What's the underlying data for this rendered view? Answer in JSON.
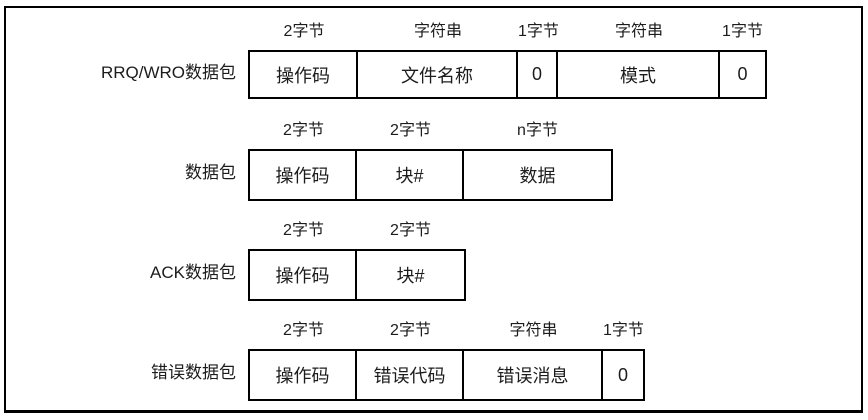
{
  "diagram": {
    "background": "#ffffff",
    "border_color": "#000000",
    "text_color": "#1c1c1c"
  },
  "rows": [
    {
      "label": "RRQ/WRO数据包",
      "fields": [
        {
          "size": "2字节",
          "name": "操作码"
        },
        {
          "size": "字符串",
          "name": "文件名称"
        },
        {
          "size": "1字节",
          "name": "0"
        },
        {
          "size": "字符串",
          "name": "模式"
        },
        {
          "size": "1字节",
          "name": "0"
        }
      ]
    },
    {
      "label": "数据包",
      "fields": [
        {
          "size": "2字节",
          "name": "操作码"
        },
        {
          "size": "2字节",
          "name": "块#"
        },
        {
          "size": "n字节",
          "name": "数据"
        }
      ]
    },
    {
      "label": "ACK数据包",
      "fields": [
        {
          "size": "2字节",
          "name": "操作码"
        },
        {
          "size": "2字节",
          "name": "块#"
        }
      ]
    },
    {
      "label": "错误数据包",
      "fields": [
        {
          "size": "2字节",
          "name": "操作码"
        },
        {
          "size": "2字节",
          "name": "错误代码"
        },
        {
          "size": "字符串",
          "name": "错误消息"
        },
        {
          "size": "1字节",
          "name": "0"
        }
      ]
    }
  ]
}
